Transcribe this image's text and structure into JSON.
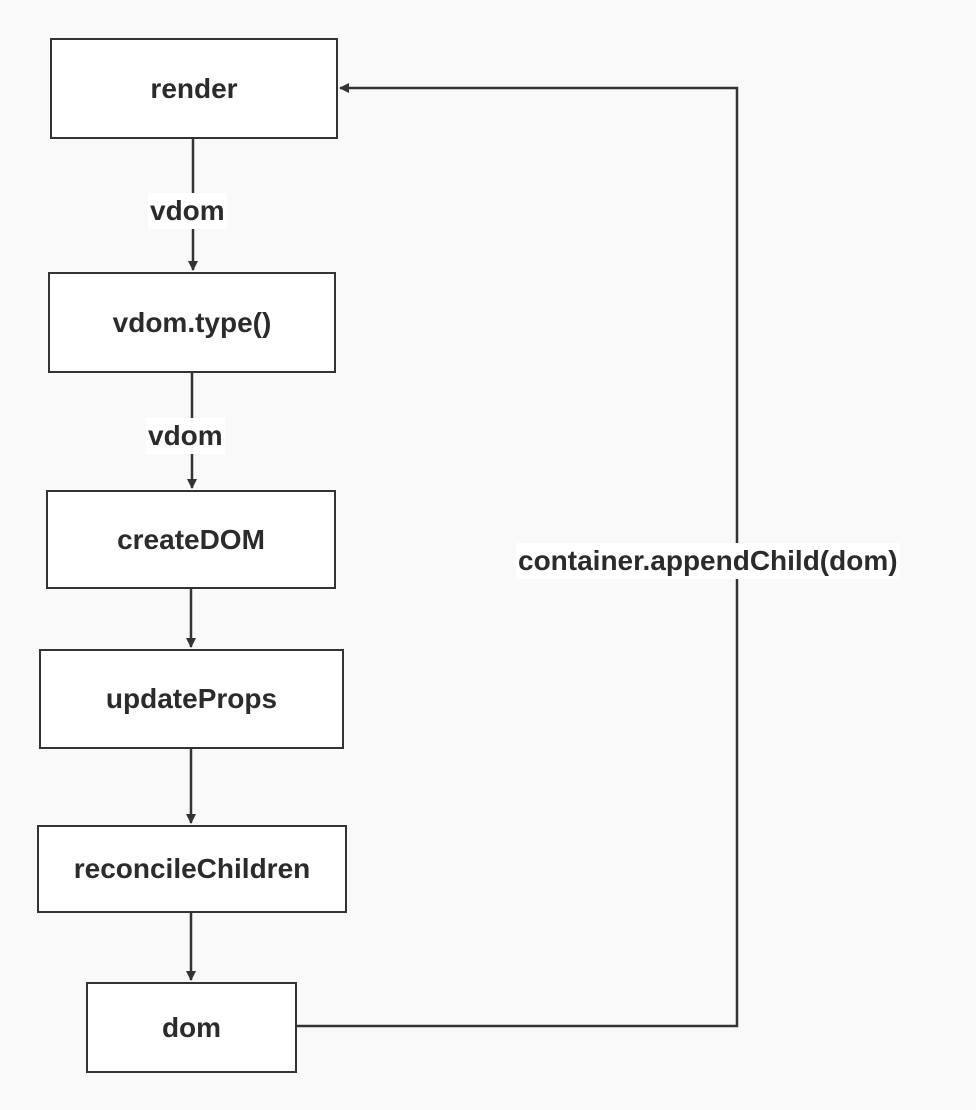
{
  "diagram": {
    "nodes": {
      "render": "render",
      "vdom_type": "vdom.type()",
      "create_dom": "createDOM",
      "update_props": "updateProps",
      "reconcile_children": "reconcileChildren",
      "dom": "dom"
    },
    "edge_labels": {
      "render_to_type": "vdom",
      "type_to_create": "vdom",
      "dom_to_render": "container.appendChild(dom)"
    },
    "colors": {
      "background": "#f9f9f9",
      "node_fill": "#ffffff",
      "stroke": "#333333",
      "text": "#2b2b2b"
    }
  }
}
